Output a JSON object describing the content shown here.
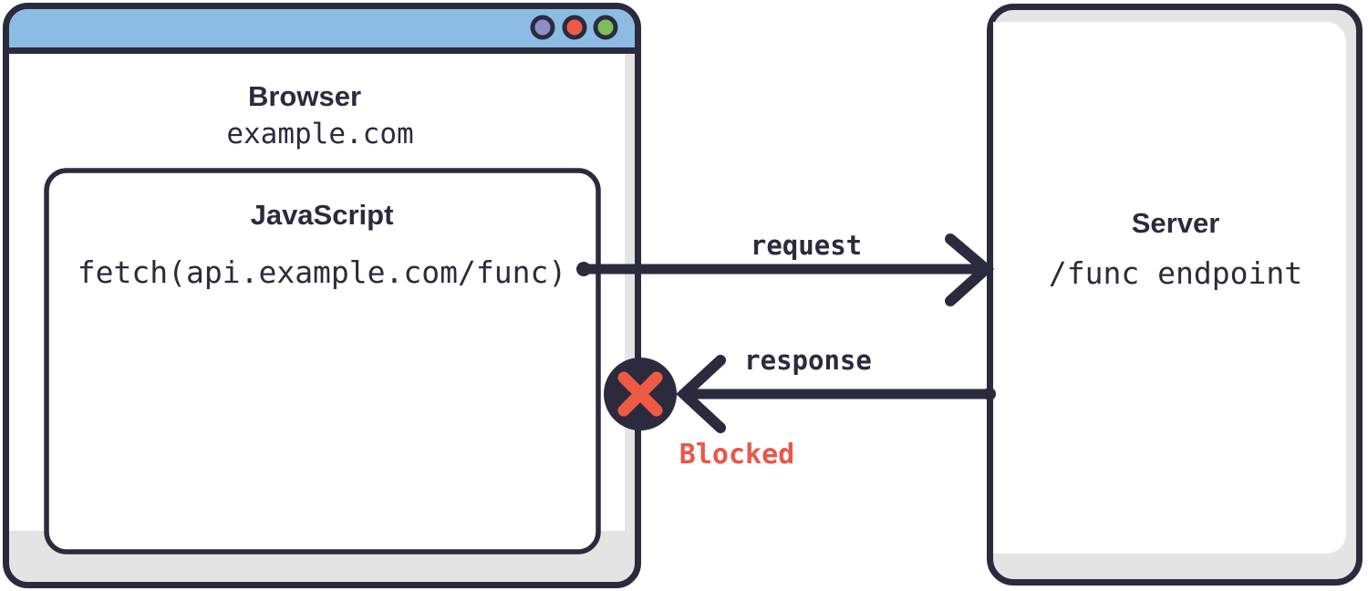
{
  "diagram": {
    "type": "cors-blocked-request-flow",
    "colors": {
      "ink": "#2b2b3d",
      "shadow": "#e4e4e4",
      "titlebar_blue": "#8cbce4",
      "dot_purple": "#8b8ec7",
      "dot_red": "#ef5a47",
      "dot_green": "#7dbd5c",
      "blocked_red": "#e8584a",
      "card_white": "#ffffff"
    }
  },
  "browser": {
    "titlebar": {
      "dots": [
        {
          "name": "window-dot-purple",
          "color": "#8b8ec7"
        },
        {
          "name": "window-dot-red",
          "color": "#ef5a47"
        },
        {
          "name": "window-dot-green",
          "color": "#7dbd5c"
        }
      ]
    },
    "title": "Browser",
    "url": "example.com",
    "script_box": {
      "title": "JavaScript",
      "code": "fetch(api.example.com/func)"
    }
  },
  "server": {
    "title": "Server",
    "endpoint": "/func endpoint"
  },
  "arrows": {
    "request": {
      "label": "request",
      "direction": "browser-to-server"
    },
    "response": {
      "label": "response",
      "direction": "server-to-browser",
      "blocked": true
    }
  },
  "blocked": {
    "label": "Blocked",
    "icon": "x-mark-icon",
    "color": "#e8584a"
  }
}
